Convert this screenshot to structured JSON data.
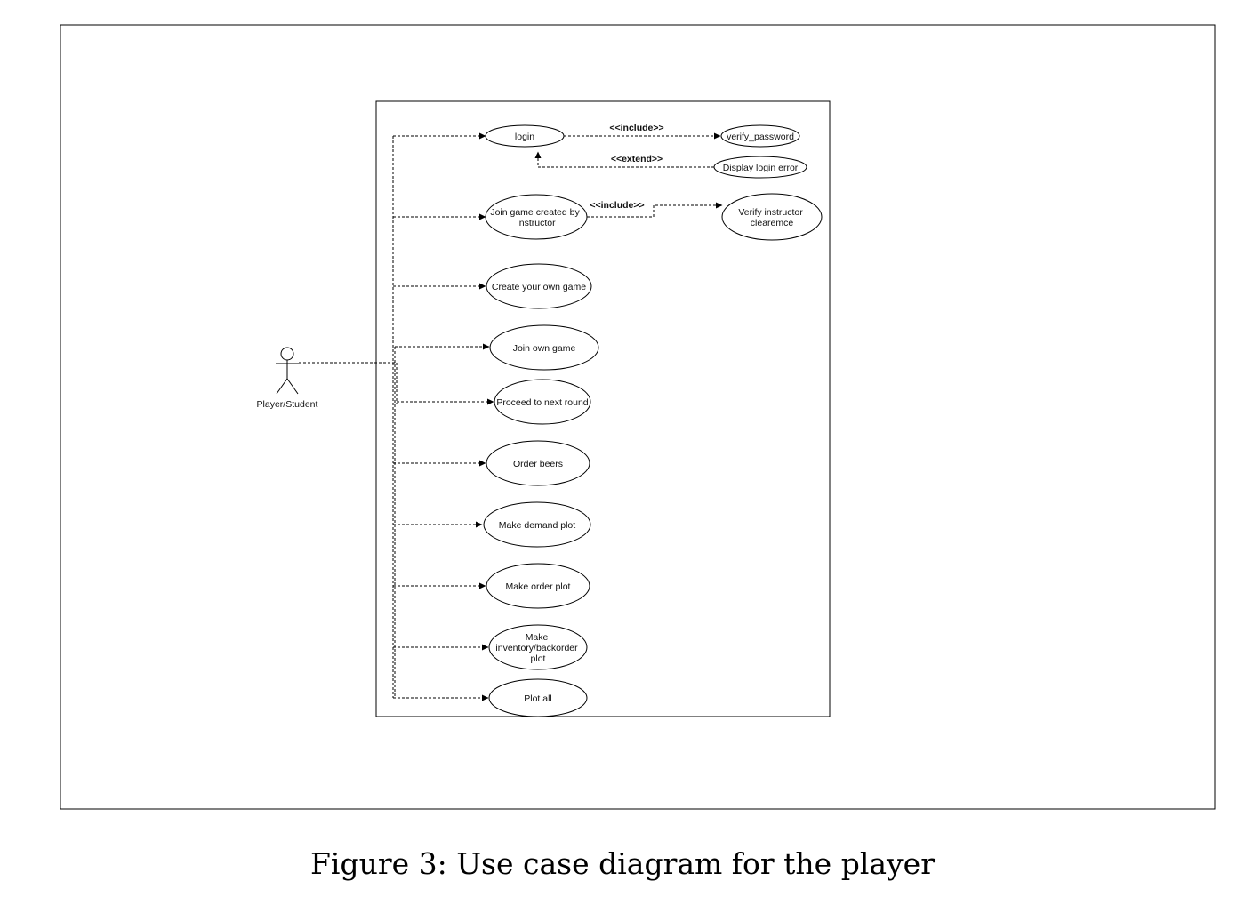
{
  "actor": {
    "label": "Player/Student"
  },
  "use_cases": {
    "login": [
      "login"
    ],
    "join_instructor": [
      "Join game created by",
      "instructor"
    ],
    "create_own": [
      "Create your own game"
    ],
    "join_own": [
      "Join own game"
    ],
    "next_round": [
      "Proceed to next round"
    ],
    "order_beers": [
      "Order beers"
    ],
    "demand_plot": [
      "Make demand plot"
    ],
    "order_plot": [
      "Make order plot"
    ],
    "inventory_plot": [
      "Make",
      "inventory/backorder",
      "plot"
    ],
    "plot_all": [
      "Plot all"
    ],
    "verify_password": [
      "verify_password"
    ],
    "display_login_error": [
      "Display login error"
    ],
    "verify_instructor": [
      "Verify instructor",
      "clearemce"
    ]
  },
  "relations": {
    "include_password": "<<include>>",
    "extend_error": "<<extend>>",
    "include_instructor": "<<include>>"
  },
  "caption": "Figure 3:  Use case diagram for the player"
}
